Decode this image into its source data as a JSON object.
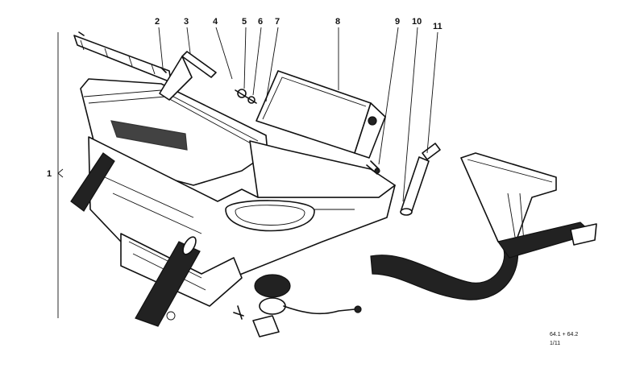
{
  "diagram": {
    "callouts": [
      {
        "id": "1",
        "text": "1"
      },
      {
        "id": "2",
        "text": "2"
      },
      {
        "id": "3",
        "text": "3"
      },
      {
        "id": "4",
        "text": "4"
      },
      {
        "id": "5",
        "text": "5"
      },
      {
        "id": "6",
        "text": "6"
      },
      {
        "id": "7",
        "text": "7"
      },
      {
        "id": "8",
        "text": "8"
      },
      {
        "id": "9",
        "text": "9"
      },
      {
        "id": "10",
        "text": "10"
      },
      {
        "id": "11",
        "text": "11"
      }
    ],
    "reference_code": "64.1 + 64.2",
    "sheet_number": "1/11"
  }
}
